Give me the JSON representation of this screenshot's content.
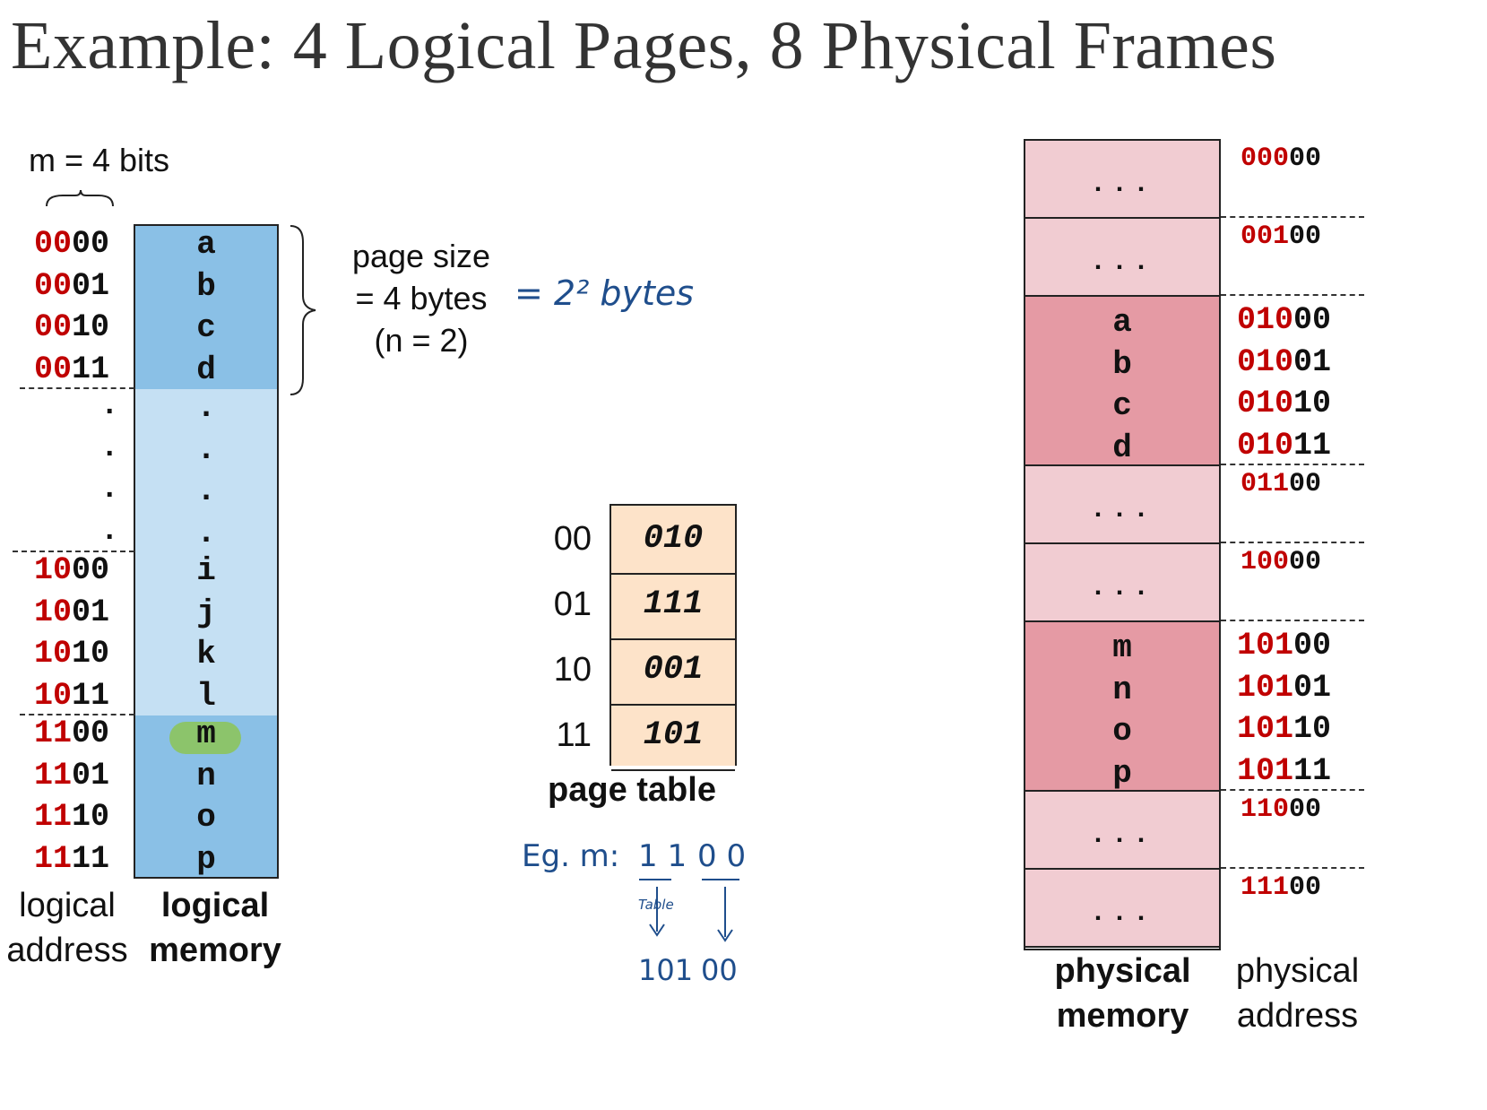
{
  "title": "Example: 4 Logical Pages, 8 Physical Frames",
  "m_label": "m = 4 bits",
  "page_size": {
    "line1": "page size",
    "line2": "= 4 bytes",
    "line3": "(n = 2)",
    "annotation": "= 2² bytes"
  },
  "logical": {
    "addresses_top": [
      {
        "page": "00",
        "offset": "00"
      },
      {
        "page": "00",
        "offset": "01"
      },
      {
        "page": "00",
        "offset": "10"
      },
      {
        "page": "00",
        "offset": "11"
      }
    ],
    "addresses_mid": [
      {
        "page": "10",
        "offset": "00"
      },
      {
        "page": "10",
        "offset": "01"
      },
      {
        "page": "10",
        "offset": "10"
      },
      {
        "page": "10",
        "offset": "11"
      }
    ],
    "addresses_bottom": [
      {
        "page": "11",
        "offset": "00"
      },
      {
        "page": "11",
        "offset": "01"
      },
      {
        "page": "11",
        "offset": "10"
      },
      {
        "page": "11",
        "offset": "11"
      }
    ],
    "left_dots": [
      ".",
      ".",
      ".",
      "."
    ],
    "page0": [
      "a",
      "b",
      "c",
      "d"
    ],
    "page1_dots": [
      ".",
      ".",
      ".",
      "."
    ],
    "page2": [
      "i",
      "j",
      "k",
      "l"
    ],
    "page3": [
      "m",
      "n",
      "o",
      "p"
    ],
    "label_address_1": "logical",
    "label_address_2": "address",
    "label_memory_1": "logical",
    "label_memory_2": "memory",
    "colors": {
      "page_dark": "#8ac0e6",
      "page_light": "#c5e0f3",
      "highlight": "#8cc46b"
    }
  },
  "page_table": {
    "indices": [
      "00",
      "01",
      "10",
      "11"
    ],
    "frames": [
      "010",
      "111",
      "001",
      "101"
    ],
    "label": "page table",
    "color": "#fde3c9"
  },
  "handwritten_example": {
    "prefix": "Eg. m:",
    "page_bits": "1 1",
    "offset_bits": "0 0",
    "table_word": "Table",
    "result_frame": "101",
    "result_offset": "00"
  },
  "physical": {
    "dots": "...",
    "frames": [
      {
        "type": "empty",
        "address": {
          "frame": "000",
          "offset": "00"
        }
      },
      {
        "type": "empty",
        "address": {
          "frame": "001",
          "offset": "00"
        }
      },
      {
        "type": "data",
        "letters": [
          "a",
          "b",
          "c",
          "d"
        ],
        "addresses": [
          {
            "frame": "010",
            "offset": "00"
          },
          {
            "frame": "010",
            "offset": "01"
          },
          {
            "frame": "010",
            "offset": "10"
          },
          {
            "frame": "010",
            "offset": "11"
          }
        ]
      },
      {
        "type": "empty",
        "address": {
          "frame": "011",
          "offset": "00"
        }
      },
      {
        "type": "empty",
        "address": {
          "frame": "100",
          "offset": "00"
        }
      },
      {
        "type": "data",
        "letters": [
          "m",
          "n",
          "o",
          "p"
        ],
        "addresses": [
          {
            "frame": "101",
            "offset": "00"
          },
          {
            "frame": "101",
            "offset": "01"
          },
          {
            "frame": "101",
            "offset": "10"
          },
          {
            "frame": "101",
            "offset": "11"
          }
        ]
      },
      {
        "type": "empty",
        "address": {
          "frame": "110",
          "offset": "00"
        }
      },
      {
        "type": "empty",
        "address": {
          "frame": "111",
          "offset": "00"
        }
      }
    ],
    "label_memory_1": "physical",
    "label_memory_2": "memory",
    "label_address_1": "physical",
    "label_address_2": "address",
    "colors": {
      "empty": "#f1ccd2",
      "data": "#e59aa4"
    }
  }
}
